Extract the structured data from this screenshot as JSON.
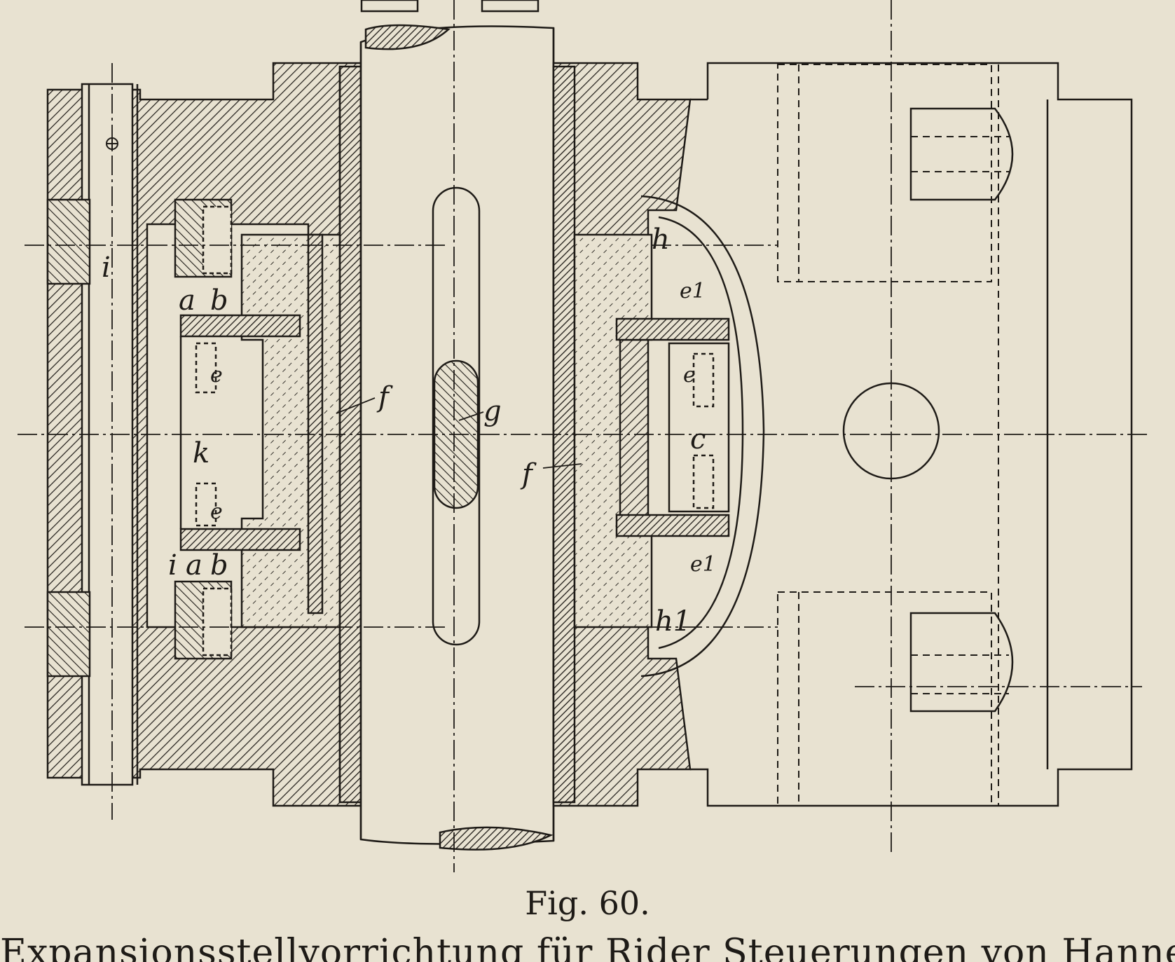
{
  "caption": {
    "figure_number": "Fig. 60.",
    "title_line": "Expansionsstellvorrichtung für Rider Steuerungen von Hanne"
  },
  "labels": {
    "i_top": "i",
    "a_top": "a",
    "b_top": "b",
    "e_upper_left": "e",
    "k": "k",
    "e_lower_left": "e",
    "i_bottom": "i",
    "a_bottom": "a",
    "b_bottom": "b",
    "f_left": "f",
    "g": "g",
    "f_right": "f",
    "h_top": "h",
    "e1_top": "e1",
    "e_upper_right": "e",
    "c": "c",
    "e1_bottom": "e1",
    "h1_bottom": "h1"
  },
  "colors": {
    "paper": "#e8e2d1",
    "ink": "#1e1b17"
  }
}
